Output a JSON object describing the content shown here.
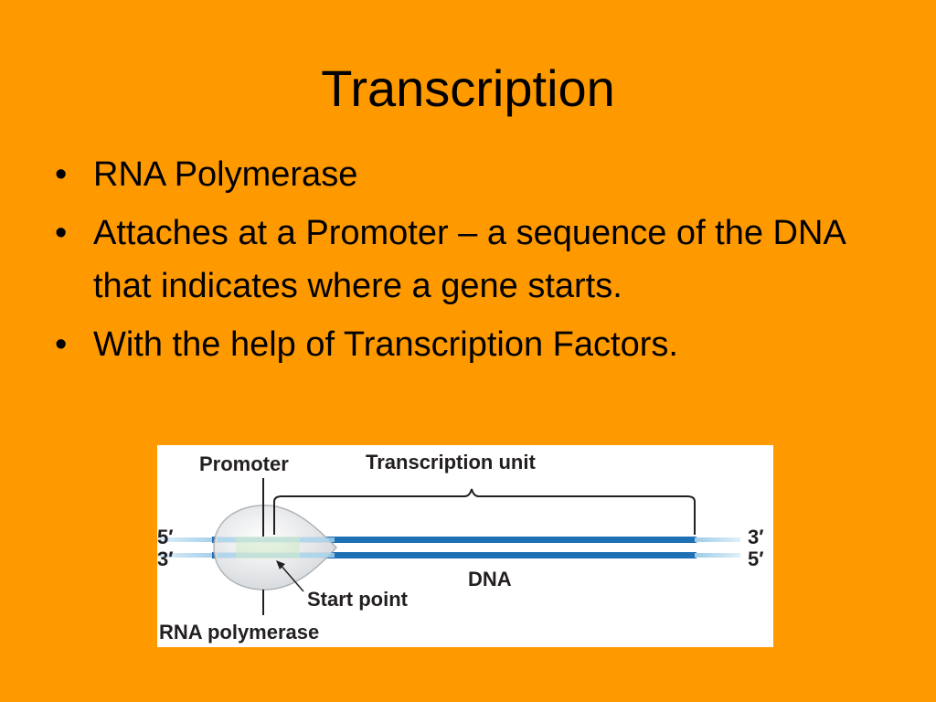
{
  "slide": {
    "title": "Transcription",
    "bullets": [
      "RNA Polymerase",
      "Attaches at a Promoter – a sequence of the DNA that indicates where a gene starts.",
      "With the help of Transcription Factors."
    ],
    "bullet_glyph": "•"
  },
  "diagram": {
    "promoter_label": "Promoter",
    "transcription_unit_label": "Transcription unit",
    "dna_label": "DNA",
    "start_point_label": "Start point",
    "rna_polymerase_label": "RNA polymerase",
    "left_top_end": "5′",
    "left_bottom_end": "3′",
    "right_top_end": "3′",
    "right_bottom_end": "5′",
    "colors": {
      "dna_strand": "#1f6fb5",
      "strand_light": "#a8d4ee",
      "polymerase": "#e8e8e8",
      "background": "#ff9900"
    }
  }
}
